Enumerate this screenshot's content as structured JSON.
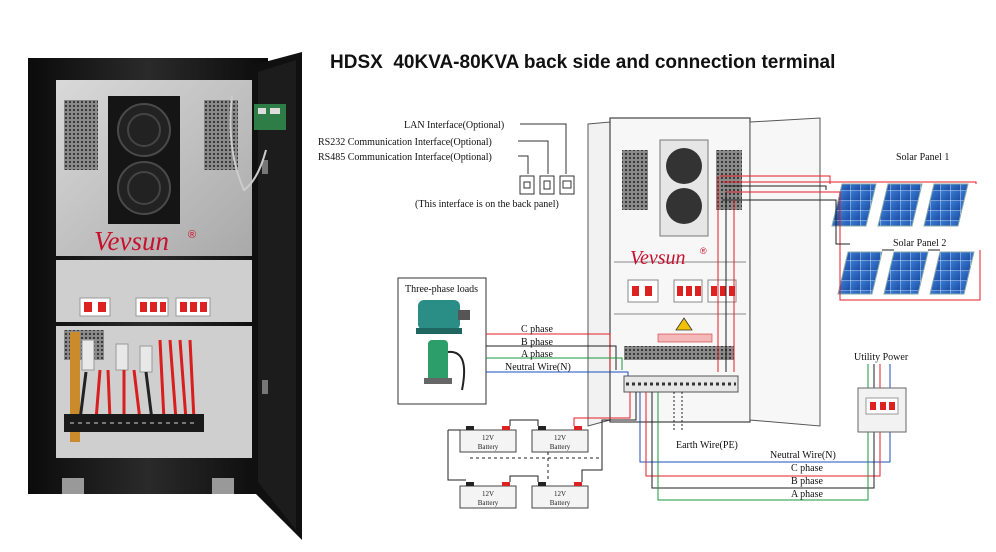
{
  "header": {
    "title": "HDSX  40KVA-80KVA back side and connection terminal"
  },
  "brand": {
    "name": "Vevsun",
    "mark": "®",
    "color": "#c8102e"
  },
  "interfaces": {
    "lan": "LAN Interface(Optional)",
    "rs232": "RS232 Communication Interface(Optional)",
    "rs485": "RS485 Communication Interface(Optional)",
    "note": "(This interface is on the back panel)"
  },
  "solar": {
    "panel1": "Solar Panel 1",
    "panel2": "Solar Panel 2"
  },
  "loads": {
    "title": "Three-phase loads"
  },
  "phases": {
    "c": "C phase",
    "b": "B phase",
    "a": "A phase",
    "neutral_left": "Neutral Wire(N)",
    "neutral_right": "Neutral Wire(N)",
    "earth": "Earth Wire(PE)"
  },
  "utility": {
    "title": "Utility Power"
  },
  "battery": {
    "voltage": "12V",
    "label": "Battery"
  },
  "colors": {
    "red": "#e41e26",
    "black": "#222222",
    "green": "#1a9a3a",
    "blue": "#1d4fbf"
  }
}
